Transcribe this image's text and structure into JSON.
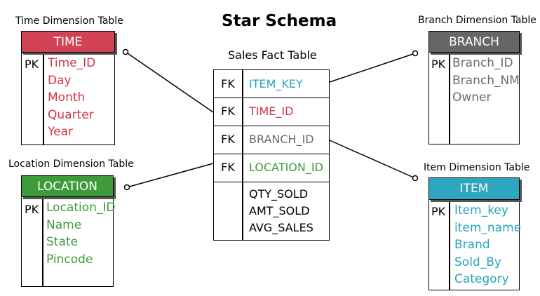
{
  "title": "Star Schema",
  "fact": {
    "caption": "Sales Fact Table",
    "rows": [
      {
        "key": "FK",
        "field": "ITEM_KEY",
        "color": "#29a3bd"
      },
      {
        "key": "FK",
        "field": "TIME_ID",
        "color": "#d0384a"
      },
      {
        "key": "FK",
        "field": "BRANCH_ID",
        "color": "#6b6b6b"
      },
      {
        "key": "FK",
        "field": "LOCATION_ID",
        "color": "#3d9b3a"
      }
    ],
    "measures": [
      "QTY_SOLD",
      "AMT_SOLD",
      "AVG_SALES"
    ]
  },
  "time": {
    "caption": "Time Dimension Table",
    "name": "TIME",
    "color": "#d24356",
    "key": "PK",
    "fields": [
      "Time_ID",
      "Day",
      "Month",
      "Quarter",
      "Year"
    ]
  },
  "location": {
    "caption": "Location Dimension Table",
    "name": "LOCATION",
    "color": "#3e9b3b",
    "key": "PK",
    "fields": [
      "Location_ID",
      "Name",
      "State",
      "Pincode"
    ]
  },
  "branch": {
    "caption": "Branch Dimension Table",
    "name": "BRANCH",
    "color": "#666666",
    "key": "PK",
    "fields": [
      "Branch_ID",
      "Branch_NM",
      "Owner"
    ]
  },
  "item": {
    "caption": "Item Dimension Table",
    "name": "ITEM",
    "color": "#2fa6bf",
    "key": "PK",
    "fields": [
      "Item_key",
      "item_name",
      "Brand",
      "Sold_By",
      "Category"
    ]
  }
}
